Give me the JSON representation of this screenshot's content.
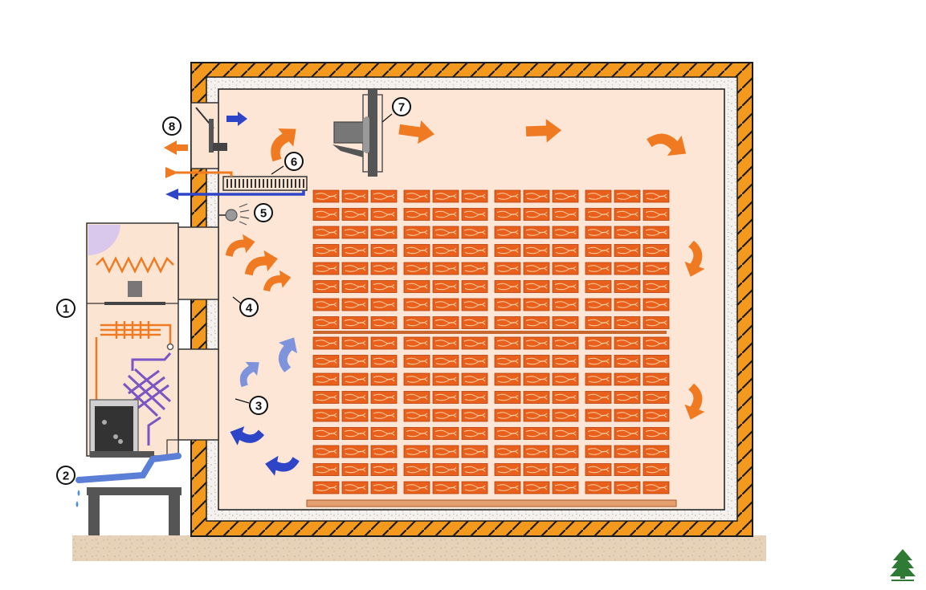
{
  "colors": {
    "background": "#ffffff",
    "wall": "#f39a1e",
    "insulation": "#f4f1ee",
    "chamber": "#fde6d6",
    "warm_air": "#f07a22",
    "cool_air": "#2e45c8",
    "return_air": "#7d94dd",
    "lumber": "#e8601c",
    "ground": "#e5d2b8",
    "logo": "#2f7a35"
  },
  "diagram": {
    "labels": [
      {
        "id": "dehumidifier",
        "text": "1"
      },
      {
        "id": "drain",
        "text": "2"
      },
      {
        "id": "return-duct",
        "text": "3"
      },
      {
        "id": "supply-duct",
        "text": "4"
      },
      {
        "id": "sensor",
        "text": "5"
      },
      {
        "id": "heater",
        "text": "6"
      },
      {
        "id": "circulation-fan",
        "text": "7"
      },
      {
        "id": "vent",
        "text": "8"
      }
    ],
    "stack": {
      "columns": 4,
      "boards_per_column": 3,
      "rows_upper": 8,
      "rows_lower": 9
    },
    "icons": [
      "warm-air-arrow-icon",
      "cool-air-arrow-icon",
      "return-air-arrow-icon",
      "water-drop-icon",
      "tree-logo-icon"
    ]
  }
}
